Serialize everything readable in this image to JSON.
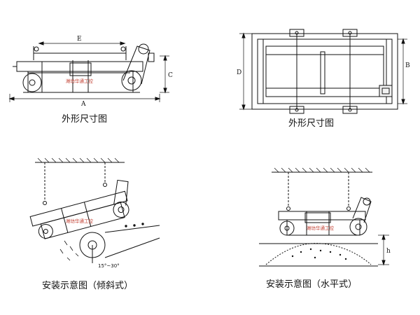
{
  "captions": {
    "side_view": "外形尺寸图",
    "top_view": "外形尺寸图",
    "inclined": "安装示意图（倾斜式）",
    "horizontal": "安装示意图（水平式）"
  },
  "dimension_labels": {
    "A": "A",
    "B": "B",
    "C": "C",
    "D": "D",
    "E": "E",
    "h": "h"
  },
  "angle_label": "15°~30°",
  "watermark": "潍坊华通工控",
  "colors": {
    "line": "#111111",
    "watermark": "#c0392b",
    "fill_light": "#f2f2f2"
  }
}
